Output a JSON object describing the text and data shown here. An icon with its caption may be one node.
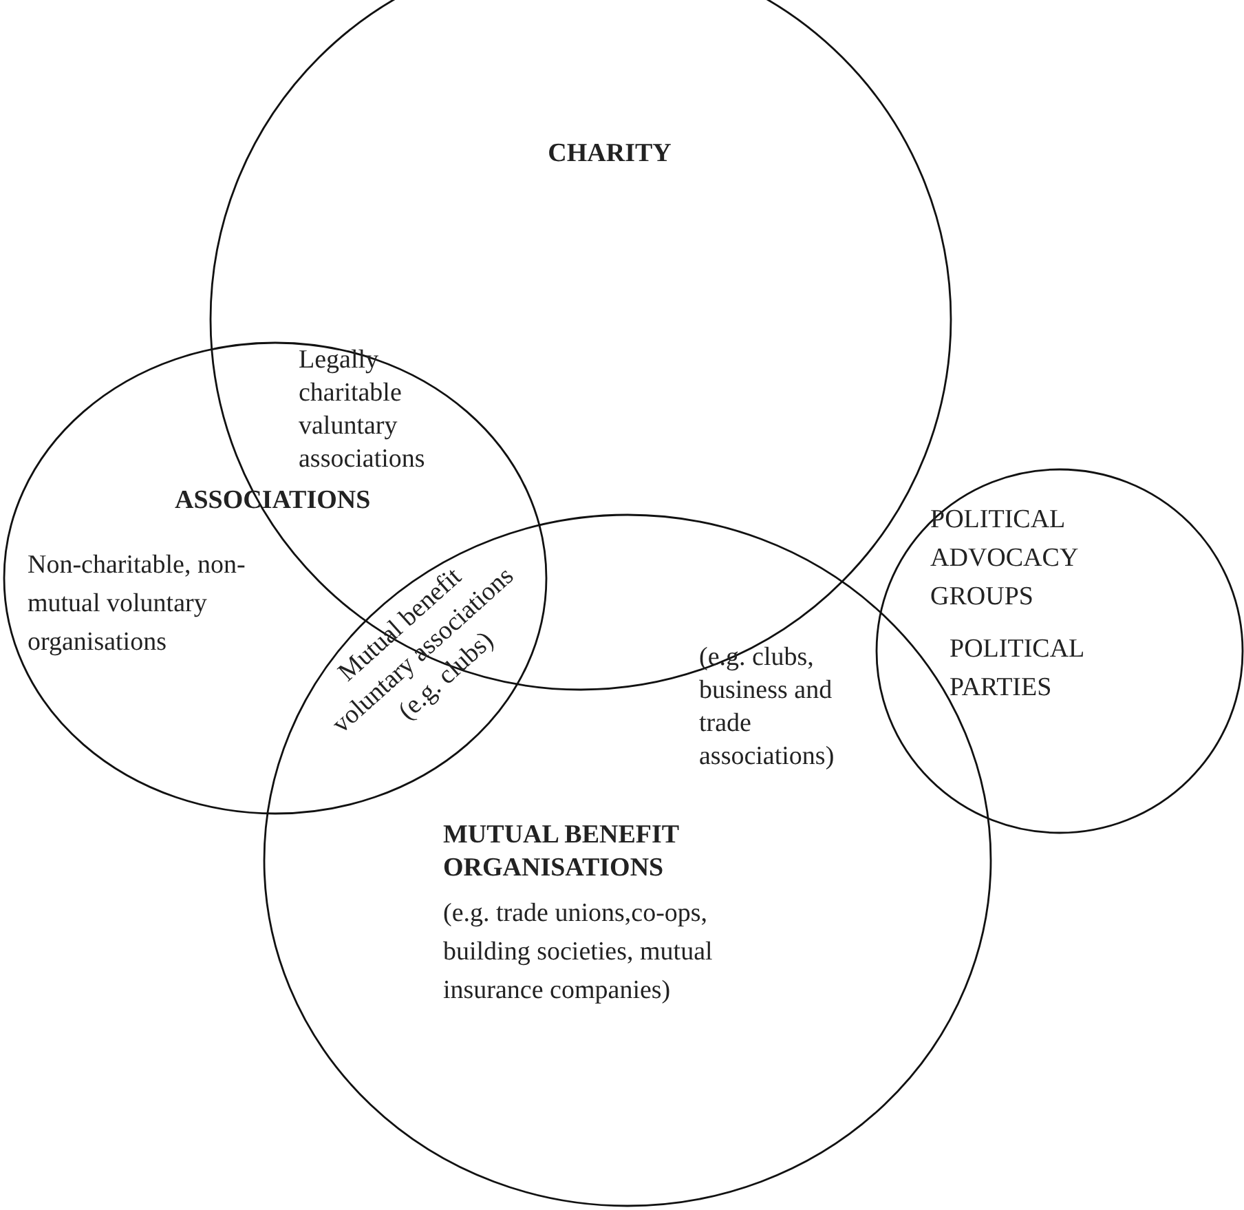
{
  "diagram": {
    "nodes": [
      {
        "text": [
          "CHARITY"
        ]
      },
      {
        "text": [
          "ASSOCIATIONS",
          "Non-charitable, non-mutual voluntary organisations"
        ]
      },
      {
        "text": [
          "MUTUAL BENEFIT ORGANISATIONS",
          "(e.g. trade unions,co-ops, building societies, mutual insurance companies)"
        ]
      },
      {
        "text": [
          "POLITICAL ADVOCACY GROUPS",
          "POLITICAL PARTIES"
        ]
      }
    ],
    "edges": [],
    "labels": [
      "Legally charitable valuntary associations",
      "Mutual benefit voluntary associations (e.g. clubs)",
      "(e.g. clubs, business and trade associations)"
    ]
  }
}
